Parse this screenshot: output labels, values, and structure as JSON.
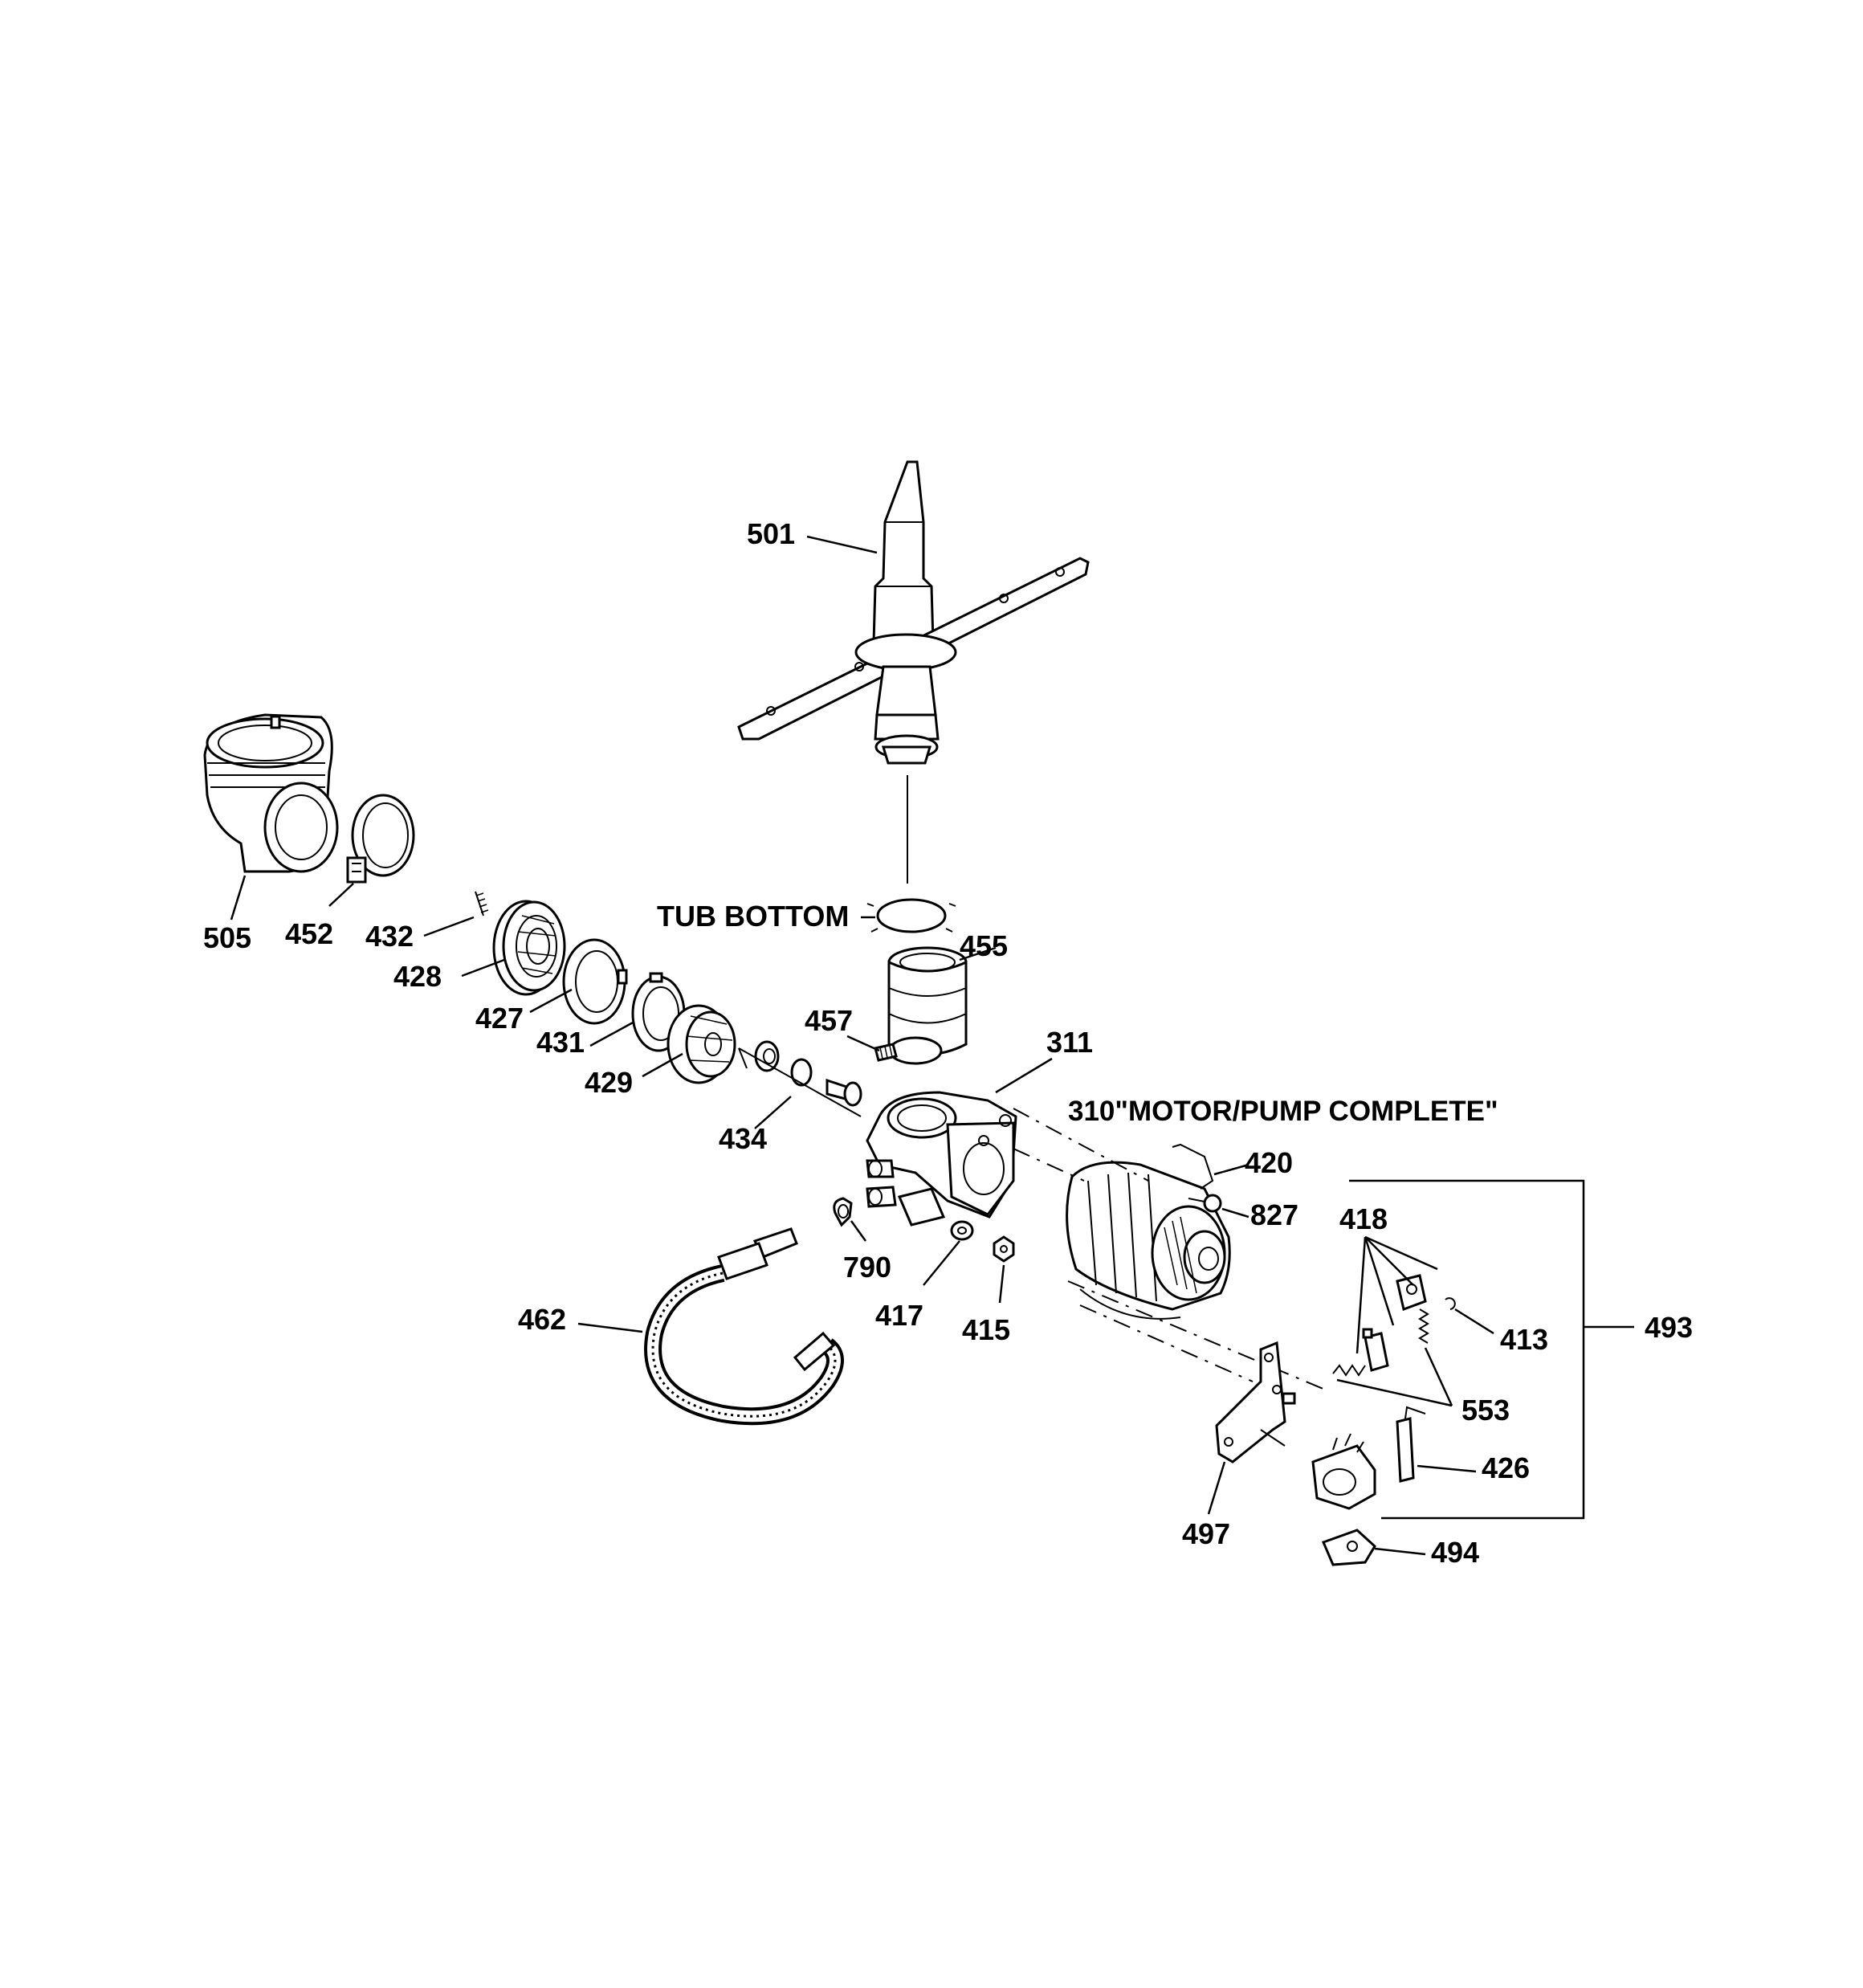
{
  "labels": {
    "p501": "501",
    "p505": "505",
    "p452": "452",
    "p432": "432",
    "p428": "428",
    "p427": "427",
    "p431": "431",
    "p429": "429",
    "p434": "434",
    "tub_bottom": "TUB BOTTOM",
    "p455": "455",
    "p457": "457",
    "p311": "311",
    "motor_pump_complete": "310\"MOTOR/PUMP COMPLETE\"",
    "p420": "420",
    "p827": "827",
    "p418": "418",
    "p790": "790",
    "p417": "417",
    "p415": "415",
    "p462": "462",
    "p413": "413",
    "p493": "493",
    "p553": "553",
    "p426": "426",
    "p497": "497",
    "p494": "494"
  }
}
